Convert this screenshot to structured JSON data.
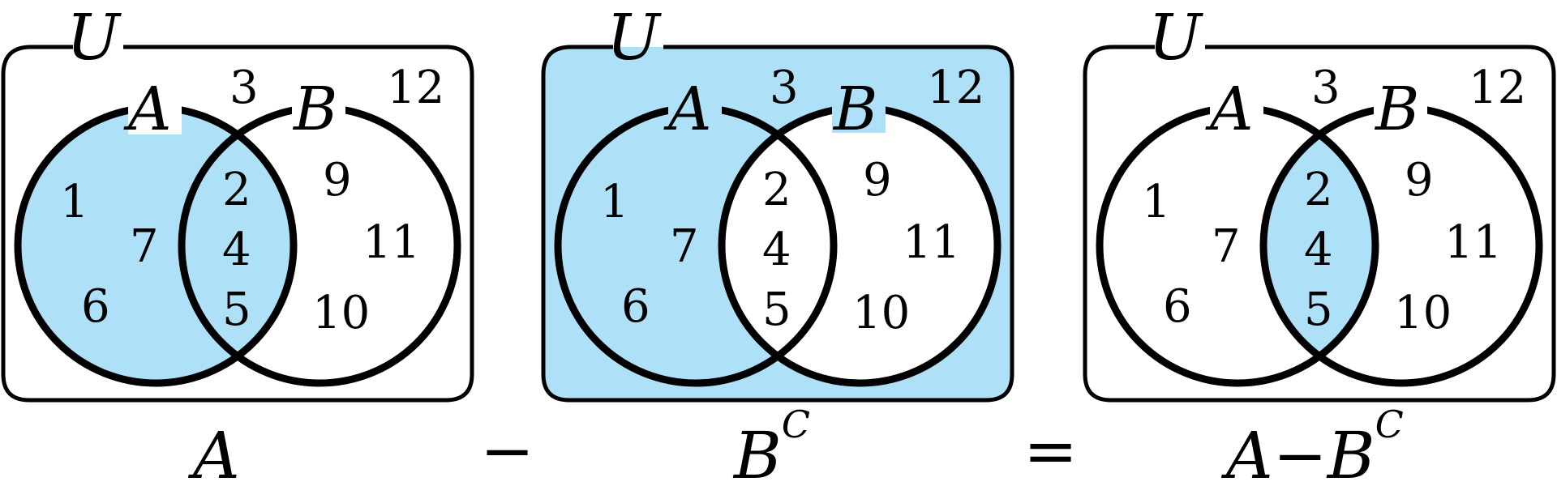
{
  "colors": {
    "shade": "#aee0f7",
    "stroke": "#000000",
    "background": "#ffffff"
  },
  "panels": [
    {
      "universe_label": "U",
      "label_a": "A",
      "label_b": "B",
      "outside": [
        "3",
        "12"
      ],
      "a_only": [
        "1",
        "7",
        "6"
      ],
      "both": [
        "2",
        "4",
        "5"
      ],
      "b_only": [
        "9",
        "11",
        "10"
      ],
      "shaded_region": "A",
      "caption": {
        "main": "A",
        "sup": ""
      }
    },
    {
      "universe_label": "U",
      "label_a": "A",
      "label_b": "B",
      "outside": [
        "3",
        "12"
      ],
      "a_only": [
        "1",
        "7",
        "6"
      ],
      "both": [
        "2",
        "4",
        "5"
      ],
      "b_only": [
        "9",
        "11",
        "10"
      ],
      "shaded_region": "complement of B",
      "caption": {
        "main": "B",
        "sup": "C"
      }
    },
    {
      "universe_label": "U",
      "label_a": "A",
      "label_b": "B",
      "outside": [
        "3",
        "12"
      ],
      "a_only": [
        "1",
        "7",
        "6"
      ],
      "both": [
        "2",
        "4",
        "5"
      ],
      "b_only": [
        "9",
        "11",
        "10"
      ],
      "shaded_region": "A and B",
      "caption": {
        "main": "A−B",
        "sup": "C"
      }
    }
  ],
  "operators": [
    "−",
    "="
  ]
}
